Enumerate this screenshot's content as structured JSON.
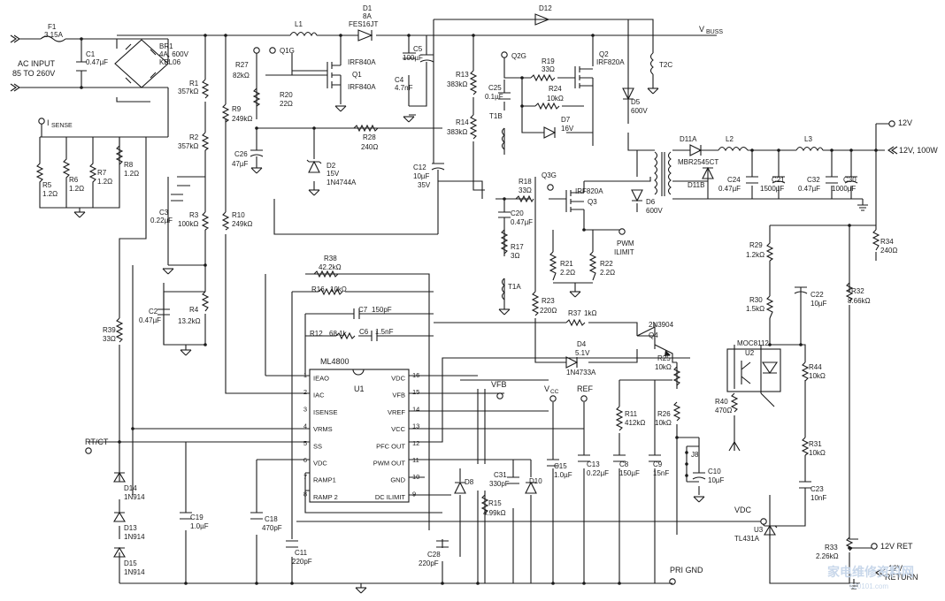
{
  "input": {
    "fuse": {
      "ref": "F1",
      "value": "3.15A"
    },
    "label_1": "AC INPUT",
    "label_2": "85 TO 260V"
  },
  "output": {
    "v12": "12V",
    "v12_100w": "12V, 100W",
    "ret": "12V RET",
    "return_1": "12V",
    "return_2": "RETURN"
  },
  "nets": {
    "vbuss": "V",
    "vbuss_sub": "BUSS",
    "isense": "I",
    "isense_sub": "SENSE",
    "rtct": "RT/CT",
    "vfb": "VFB",
    "vcc": "V",
    "vcc_sub": "CC",
    "ref": "REF",
    "vdc": "VDC",
    "pri_gnd": "PRI GND",
    "pwm_1": "PWM",
    "pwm_2": "ILIMIT"
  },
  "ic": {
    "name": "ML4800",
    "ref": "U1",
    "left_pins": [
      {
        "num": "1",
        "name": "IEAO"
      },
      {
        "num": "2",
        "name": "IAC"
      },
      {
        "num": "3",
        "name": "ISENSE"
      },
      {
        "num": "4",
        "name": "VRMS"
      },
      {
        "num": "5",
        "name": "SS"
      },
      {
        "num": "6",
        "name": "VDC"
      },
      {
        "num": "7",
        "name": "RAMP1"
      },
      {
        "num": "8",
        "name": "RAMP 2"
      }
    ],
    "right_pins": [
      {
        "num": "16",
        "name": "VDC"
      },
      {
        "num": "15",
        "name": "VFB"
      },
      {
        "num": "14",
        "name": "VREF"
      },
      {
        "num": "13",
        "name": "VCC"
      },
      {
        "num": "12",
        "name": "PFC OUT"
      },
      {
        "num": "11",
        "name": "PWM OUT"
      },
      {
        "num": "10",
        "name": "GND"
      },
      {
        "num": "9",
        "name": "DC ILIMIT"
      }
    ]
  },
  "parts": {
    "C1": {
      "ref": "C1",
      "value": "0.47µF"
    },
    "BR1": {
      "ref": "BR1",
      "v1": "4A, 600V",
      "v2": "KBL06"
    },
    "L1": {
      "ref": "L1"
    },
    "D1": {
      "ref": "D1",
      "v1": "8A",
      "v2": "FES16JT"
    },
    "D12": {
      "ref": "D12"
    },
    "Q1G": {
      "ref": "Q1G"
    },
    "Q1": {
      "ref": "Q1",
      "v1": "IRF840A",
      "v2": "IRF840A"
    },
    "C5": {
      "ref": "C5",
      "value": "100µF"
    },
    "C4": {
      "ref": "C4",
      "value": "4.7nF"
    },
    "R27": {
      "ref": "R27",
      "value": "82kΩ"
    },
    "R20": {
      "ref": "R20",
      "value": "22Ω"
    },
    "R1": {
      "ref": "R1",
      "value": "357kΩ"
    },
    "R2": {
      "ref": "R2",
      "value": "357kΩ"
    },
    "R3": {
      "ref": "R3",
      "value": "100kΩ"
    },
    "R4": {
      "ref": "R4",
      "value": "13.2kΩ"
    },
    "R9": {
      "ref": "R9",
      "value": "249kΩ"
    },
    "R10": {
      "ref": "R10",
      "value": "249kΩ"
    },
    "C26": {
      "ref": "C26",
      "value": "47µF"
    },
    "D2": {
      "ref": "D2",
      "v1": "15V",
      "v2": "1N4744A"
    },
    "R28": {
      "ref": "R28",
      "value": "240Ω"
    },
    "C12": {
      "ref": "C12",
      "v1": "10µF",
      "v2": "35V"
    },
    "R13": {
      "ref": "R13",
      "value": "383kΩ"
    },
    "R14": {
      "ref": "R14",
      "value": "383kΩ"
    },
    "Q2G": {
      "ref": "Q2G"
    },
    "R19": {
      "ref": "R19",
      "value": "33Ω"
    },
    "Q2": {
      "ref": "Q2",
      "value": "IRF820A"
    },
    "R24": {
      "ref": "R24",
      "value": "10kΩ"
    },
    "D7": {
      "ref": "D7",
      "value": "16V"
    },
    "C25": {
      "ref": "C25",
      "value": "0.1µF"
    },
    "T1B": {
      "ref": "T1B"
    },
    "D5": {
      "ref": "D5",
      "value": "600V"
    },
    "T2C": {
      "ref": "T2C"
    },
    "D11A": {
      "ref": "D11A"
    },
    "L2": {
      "ref": "L2"
    },
    "L3": {
      "ref": "L3"
    },
    "D11B": {
      "ref": "D11B",
      "value": "MBR2545CT"
    },
    "C24": {
      "ref": "C24",
      "value": "0.47µF"
    },
    "C21": {
      "ref": "C21",
      "value": "1500µF"
    },
    "C32": {
      "ref": "C32",
      "value": "0.47µF"
    },
    "C30": {
      "ref": "C30",
      "value": "1000µF"
    },
    "D6": {
      "ref": "D6",
      "value": "600V"
    },
    "Q3G": {
      "ref": "Q3G"
    },
    "R18": {
      "ref": "R18",
      "value": "33Ω"
    },
    "Q3": {
      "ref": "Q3",
      "value": "IRF820A"
    },
    "C20": {
      "ref": "C20",
      "value": "0.47µF"
    },
    "R17": {
      "ref": "R17",
      "value": "3Ω"
    },
    "T1A": {
      "ref": "T1A"
    },
    "R21": {
      "ref": "R21",
      "value": "2.2Ω"
    },
    "R22": {
      "ref": "R22",
      "value": "2.2Ω"
    },
    "R23": {
      "ref": "R23",
      "value": "220Ω"
    },
    "R37": {
      "ref": "R37",
      "value": "1kΩ"
    },
    "Q4": {
      "ref": "Q4",
      "value": "2N3904"
    },
    "D4": {
      "ref": "D4",
      "v1": "5.1V",
      "v2": "1N4733A"
    },
    "R25": {
      "ref": "R25",
      "value": "10kΩ"
    },
    "R26": {
      "ref": "R26",
      "value": "10kΩ"
    },
    "J8": {
      "ref": "J8"
    },
    "C10": {
      "ref": "C10",
      "value": "10µF"
    },
    "R11": {
      "ref": "R11",
      "value": "412kΩ"
    },
    "C8": {
      "ref": "C8",
      "value": "150µF"
    },
    "C9": {
      "ref": "C9",
      "value": "15nF"
    },
    "C15": {
      "ref": "C15",
      "value": "1.0µF"
    },
    "C13": {
      "ref": "C13",
      "value": "0.22µF"
    },
    "R38": {
      "ref": "R38",
      "value": "42.2kΩ"
    },
    "R16": {
      "ref": "R16",
      "value": "10kΩ"
    },
    "C7": {
      "ref": "C7",
      "value": "150pF"
    },
    "R12": {
      "ref": "R12",
      "value": "68.1k"
    },
    "C6": {
      "ref": "C6",
      "value": "1.5nF"
    },
    "R5": {
      "ref": "R5",
      "value": "1.2Ω"
    },
    "R6": {
      "ref": "R6",
      "value": "1.2Ω"
    },
    "R7": {
      "ref": "R7",
      "value": "1.2Ω"
    },
    "R8": {
      "ref": "R8",
      "value": "1.2Ω"
    },
    "C3": {
      "ref": "C3",
      "value": "0.22µF"
    },
    "C2": {
      "ref": "C2",
      "value": "0.47µF"
    },
    "R39": {
      "ref": "R39",
      "value": "33Ω"
    },
    "D14": {
      "ref": "D14",
      "value": "1N914"
    },
    "D13": {
      "ref": "D13",
      "value": "1N914"
    },
    "D15": {
      "ref": "D15",
      "value": "1N914"
    },
    "C19": {
      "ref": "C19",
      "value": "1.0µF"
    },
    "C18": {
      "ref": "C18",
      "value": "470pF"
    },
    "C11": {
      "ref": "C11",
      "value": "220pF"
    },
    "C28": {
      "ref": "C28",
      "value": "220pF"
    },
    "D8": {
      "ref": "D8"
    },
    "R15": {
      "ref": "R15",
      "value": "4.99kΩ"
    },
    "C31": {
      "ref": "C31",
      "value": "330pF"
    },
    "D10": {
      "ref": "D10"
    },
    "R29": {
      "ref": "R29",
      "value": "1.2kΩ"
    },
    "R30": {
      "ref": "R30",
      "value": "1.5kΩ"
    },
    "C22": {
      "ref": "C22",
      "value": "10µF"
    },
    "R32": {
      "ref": "R32",
      "value": "8.66kΩ"
    },
    "R34": {
      "ref": "R34",
      "value": "240Ω"
    },
    "U2": {
      "ref": "U2",
      "value": "MOC8112"
    },
    "R44": {
      "ref": "R44",
      "value": "10kΩ"
    },
    "R40": {
      "ref": "R40",
      "value": "470Ω"
    },
    "R31": {
      "ref": "R31",
      "value": "10kΩ"
    },
    "C23": {
      "ref": "C23",
      "value": "10nF"
    },
    "U3": {
      "ref": "U3",
      "value": "TL431A"
    },
    "R33": {
      "ref": "R33",
      "value": "2.26kΩ"
    }
  },
  "watermark": {
    "text": "家电维修资料网",
    "url": "520101.com"
  }
}
